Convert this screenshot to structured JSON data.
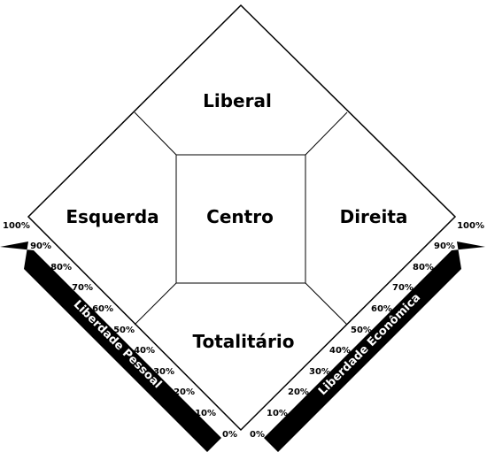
{
  "regions": {
    "top": "Liberal",
    "left": "Esquerda",
    "center": "Centro",
    "right": "Direita",
    "bottom": "Totalitário"
  },
  "axes": {
    "left": {
      "title": "Liberdade Pessoal",
      "ticks": [
        "0%",
        "10%",
        "20%",
        "30%",
        "40%",
        "50%",
        "60%",
        "70%",
        "80%",
        "90%",
        "100%"
      ]
    },
    "right": {
      "title": "Liberdade Econômica",
      "ticks": [
        "0%",
        "10%",
        "20%",
        "30%",
        "40%",
        "50%",
        "60%",
        "70%",
        "80%",
        "90%",
        "100%"
      ]
    }
  },
  "colors": {
    "line": "#000000",
    "arrow": "#000000",
    "background": "#ffffff"
  }
}
